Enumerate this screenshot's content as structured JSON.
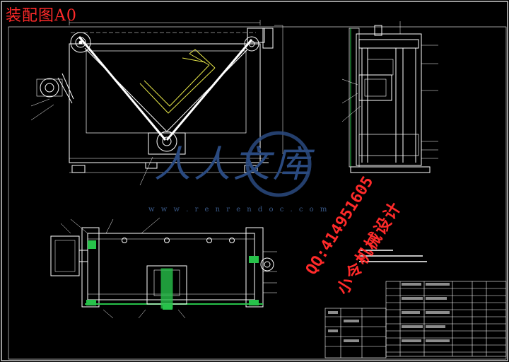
{
  "drawing": {
    "title": "装配图A0",
    "contact": "QQ:414951605",
    "designer": "小令机械设计"
  },
  "watermark": {
    "logo_text": "人人文库",
    "url": "w w w . r e n r e n d o c . c o m"
  },
  "colors": {
    "background": "#000000",
    "lines": "#ffffff",
    "annotation": "#ff2a2a",
    "highlight": "#e8e84a",
    "accent": "#27c24a",
    "watermark": "#2a4a80"
  },
  "icons": [
    "pulley-icon",
    "motor-icon",
    "bolt-icon"
  ]
}
